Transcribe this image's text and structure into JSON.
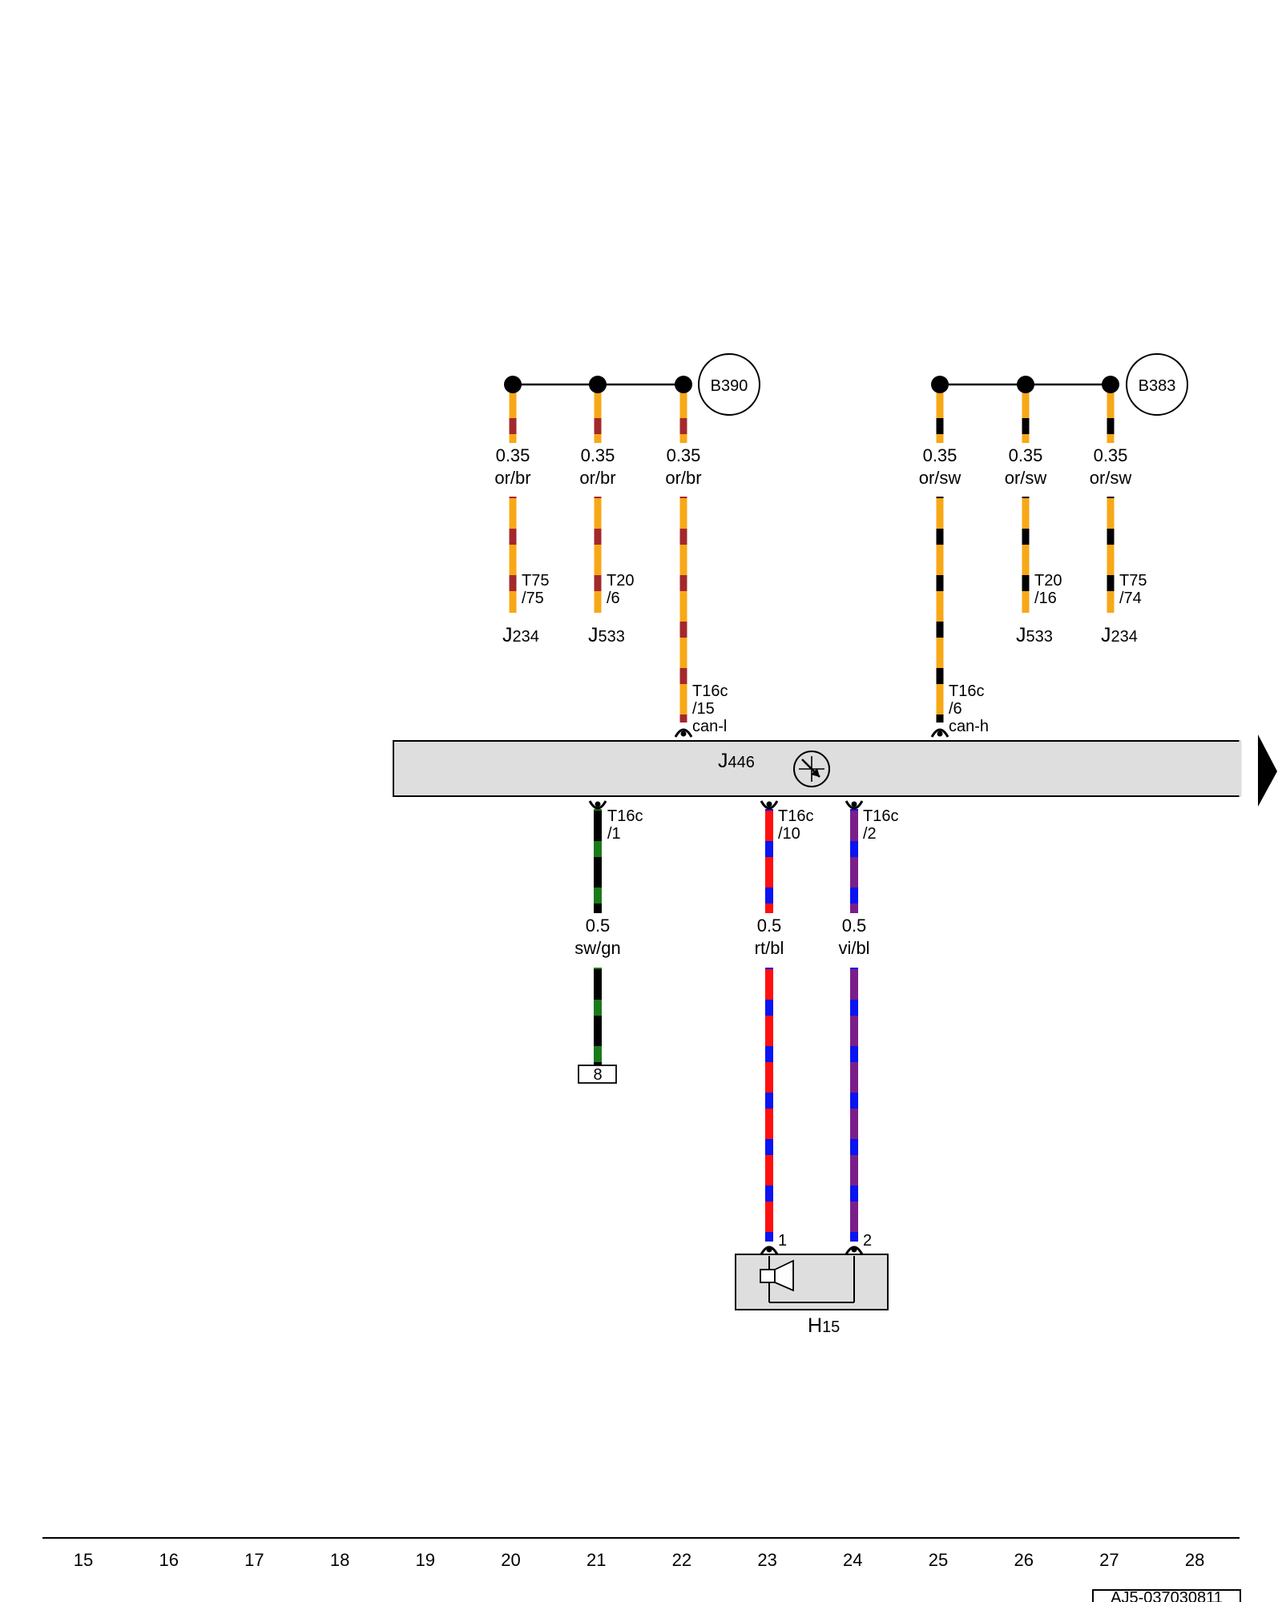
{
  "drawing_id": "AJ5-037030811",
  "colors": {
    "or": "#f7a817",
    "br": "#a3282c",
    "sw": "#000000",
    "gn": "#1a7a1a",
    "rt": "#ff1010",
    "bl": "#0a14f0",
    "vi": "#7a1f8a",
    "box_fill": "#dedede"
  },
  "splices": [
    {
      "id": "b390",
      "label": "B390"
    },
    {
      "id": "b383",
      "label": "B383"
    }
  ],
  "wires": [
    {
      "id": "w1",
      "size": "0.35",
      "color_code": "or/br",
      "connector": "T75",
      "pin": "/75",
      "component": "J",
      "component_sub": "234"
    },
    {
      "id": "w2",
      "size": "0.35",
      "color_code": "or/br",
      "connector": "T20",
      "pin": "/6",
      "component": "J",
      "component_sub": "533"
    },
    {
      "id": "w3",
      "size": "0.35",
      "color_code": "or/br",
      "connector": "T16c",
      "pin": "/15",
      "signal": "can-l"
    },
    {
      "id": "w4",
      "size": "0.35",
      "color_code": "or/sw",
      "connector": "T16c",
      "pin": "/6",
      "signal": "can-h"
    },
    {
      "id": "w5",
      "size": "0.35",
      "color_code": "or/sw",
      "connector": "T20",
      "pin": "/16",
      "component": "J",
      "component_sub": "533"
    },
    {
      "id": "w6",
      "size": "0.35",
      "color_code": "or/sw",
      "connector": "T75",
      "pin": "/74",
      "component": "J",
      "component_sub": "234"
    },
    {
      "id": "w7",
      "size": "0.5",
      "color_code": "sw/gn",
      "connector": "T16c",
      "pin": "/1",
      "ground_ref": "8"
    },
    {
      "id": "w8",
      "size": "0.5",
      "color_code": "rt/bl",
      "connector": "T16c",
      "pin": "/10",
      "end_pin": "1"
    },
    {
      "id": "w9",
      "size": "0.5",
      "color_code": "vi/bl",
      "connector": "T16c",
      "pin": "/2",
      "end_pin": "2"
    }
  ],
  "control_unit": {
    "letter": "J",
    "number": "446"
  },
  "buzzer": {
    "letter": "H",
    "number": "15"
  },
  "grid_numbers": [
    "15",
    "16",
    "17",
    "18",
    "19",
    "20",
    "21",
    "22",
    "23",
    "24",
    "25",
    "26",
    "27",
    "28"
  ]
}
